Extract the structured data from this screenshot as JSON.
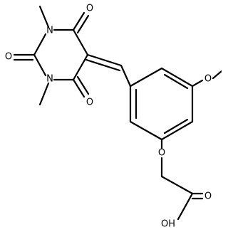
{
  "labels": {
    "n1": "N",
    "n3": "N",
    "o_top": "O",
    "o_left": "O",
    "o_bottom": "O",
    "o_methoxy": "O",
    "o_ether": "O",
    "o_carbonyl": "O",
    "oh": "OH"
  },
  "colors": {
    "bond": "#000000",
    "text": "#000000",
    "background": "#ffffff"
  }
}
